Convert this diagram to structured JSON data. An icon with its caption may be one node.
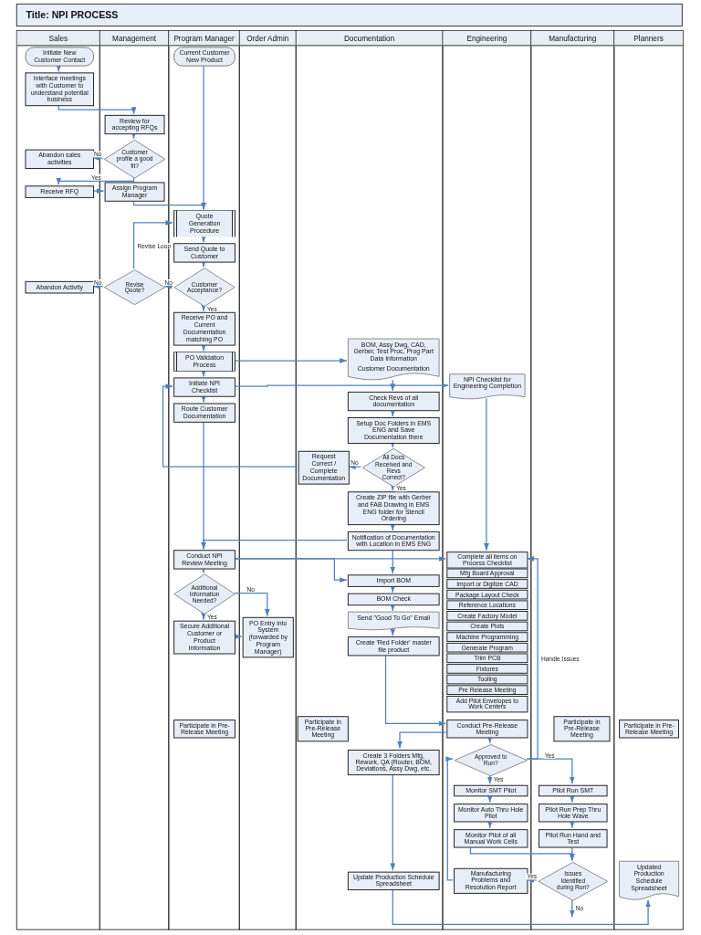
{
  "diagram": {
    "title": "Title: NPI PROCESS",
    "nodes": [
      {
        "text": [
          "Sales"
        ]
      },
      {
        "text": [
          "Management"
        ]
      },
      {
        "text": [
          "Program Manager"
        ]
      },
      {
        "text": [
          "Order Admin"
        ]
      },
      {
        "text": [
          "Documentation"
        ]
      },
      {
        "text": [
          "Engineering"
        ]
      },
      {
        "text": [
          "Manufacturing"
        ]
      },
      {
        "text": [
          "Planners"
        ]
      },
      {
        "text": [
          "Initiate New Customer Contact"
        ],
        "in": 0
      },
      {
        "text": [
          "Interface meetings with Customer to understand potential business"
        ],
        "in": 0
      },
      {
        "text": [
          "Abandon sales activities"
        ],
        "in": 0
      },
      {
        "text": [
          "Receive RFQ"
        ],
        "in": 0
      },
      {
        "text": [
          "Abandon Activity"
        ],
        "in": 0
      },
      {
        "text": [
          "Review for accepting RFQs"
        ],
        "in": 1
      },
      {
        "text": [
          "Customer profile a good fit?"
        ],
        "in": 1
      },
      {
        "text": [
          "Assign Program Manager"
        ],
        "in": 1
      },
      {
        "text": [
          "Revise Quote?"
        ],
        "in": 1
      },
      {
        "text": [
          "Current Customer New Product"
        ],
        "in": 2
      },
      {
        "text": [
          "Quote Generation Procedure"
        ],
        "in": 2
      },
      {
        "text": [
          "Send Quote to Customer"
        ],
        "in": 2
      },
      {
        "text": [
          "Customer Acceptance?"
        ],
        "in": 2
      },
      {
        "text": [
          "Receive PO and Current Documentation matching PO"
        ],
        "in": 2
      },
      {
        "text": [
          "PO Validation Process"
        ],
        "in": 2
      },
      {
        "text": [
          "Initiate NPI Checklist"
        ],
        "in": 2
      },
      {
        "text": [
          "Route Customer Documentation"
        ],
        "in": 2
      },
      {
        "text": [
          "Conduct NPI Review Meeting"
        ],
        "in": 2
      },
      {
        "text": [
          "Additional Information Needed?"
        ],
        "in": 2
      },
      {
        "text": [
          "Secure Additional Customer or Product Information"
        ],
        "in": 2
      },
      {
        "text": [
          "Participate in Pre-Release Meeting"
        ],
        "in": 2
      },
      {
        "text": [
          "PO Entry into System (forwarded by Program Manager)"
        ],
        "in": 3
      },
      {
        "text": [
          "BOM, Assy Dwg, CAD, Gerber, Test Proc, Prog Part Data Information",
          "Customer Documentation"
        ],
        "in": 4
      },
      {
        "text": [
          "Check Revs of all documentation"
        ],
        "in": 4
      },
      {
        "text": [
          "Setup Doc Folders in EMS ENG and Save Documentation there"
        ],
        "in": 4
      },
      {
        "text": [
          "All Docs Received and Revs Correct?"
        ],
        "in": 4
      },
      {
        "text": [
          "Request Correct / Complete Documentation"
        ],
        "in": 4
      },
      {
        "text": [
          "Create ZIP file with Gerber and FAB Drawing in EMS ENG folder for Stencil Ordering"
        ],
        "in": 4
      },
      {
        "text": [
          "Notification of Documentation with Location in EMS ENG"
        ],
        "in": 4
      },
      {
        "text": [
          "Import BOM"
        ],
        "in": 4
      },
      {
        "text": [
          "BOM Check"
        ],
        "in": 4
      },
      {
        "text": [
          "Send \"Good To Go\" Email"
        ],
        "in": 4
      },
      {
        "text": [
          "Create 'Red Folder' master file product"
        ],
        "in": 4
      },
      {
        "text": [
          "Participate in Pre-Release Meeting"
        ],
        "in": 4
      },
      {
        "text": [
          "Create 3 Folders Mfg, Rework, QA (Router, BOM, Deviations, Assy Dwg, etc."
        ],
        "in": 4
      },
      {
        "text": [
          "Update Production Schedule Spreadsheet"
        ],
        "in": 4
      },
      {
        "text": [
          "NPI Checklist for Engineering Completion"
        ],
        "in": 5
      },
      {
        "text": [
          "Complete all items on Process Checklist"
        ],
        "in": 5
      },
      {
        "text": [
          "Mfg Board Approval"
        ],
        "in": 5
      },
      {
        "text": [
          "Import or Digitize CAD"
        ],
        "in": 5
      },
      {
        "text": [
          "Package Layout Check"
        ],
        "in": 5
      },
      {
        "text": [
          "Reference Locations"
        ],
        "in": 5
      },
      {
        "text": [
          "Create Factory Model"
        ],
        "in": 5
      },
      {
        "text": [
          "Create Plots"
        ],
        "in": 5
      },
      {
        "text": [
          "Machine Programming"
        ],
        "in": 5
      },
      {
        "text": [
          "Generate Program"
        ],
        "in": 5
      },
      {
        "text": [
          "Trim PCB"
        ],
        "in": 5
      },
      {
        "text": [
          "Fixtures"
        ],
        "in": 5
      },
      {
        "text": [
          "Tooling"
        ],
        "in": 5
      },
      {
        "text": [
          "Pre Release Meeting"
        ],
        "in": 5
      },
      {
        "text": [
          "Add Pilot Envelopes to Work Centers"
        ],
        "in": 5
      },
      {
        "text": [
          "Conduct Pre-Release Meeting"
        ],
        "in": 5
      },
      {
        "text": [
          "Approved to Run?"
        ],
        "in": 5
      },
      {
        "text": [
          "Monitor SMT Pilot"
        ],
        "in": 5
      },
      {
        "text": [
          "Monitor Auto Thru Hole Pilot"
        ],
        "in": 5
      },
      {
        "text": [
          "Monitor Pilot of all Manual Work Cells"
        ],
        "in": 5
      },
      {
        "text": [
          "Manufacturing Problems and Resolution Report"
        ],
        "in": 5
      },
      {
        "text": [
          "Participate in Pre-Release Meeting"
        ],
        "in": 6
      },
      {
        "text": [
          "Pilot Run SMT"
        ],
        "in": 6
      },
      {
        "text": [
          "Pilot Run Prep Thru Hole Wave"
        ],
        "in": 6
      },
      {
        "text": [
          "Pilot Run Hand and Test"
        ],
        "in": 6
      },
      {
        "text": [
          "Issues Identified during Run?"
        ],
        "in": 6
      },
      {
        "text": [
          "Participate in Pre-Release Meeting"
        ],
        "in": 7
      },
      {
        "text": [
          "Updated Production Schedule Spreadsheet"
        ],
        "in": 7
      }
    ],
    "edges": [
      {
        "from": 8,
        "to": 9,
        "arrow": "to"
      },
      {
        "from": 9,
        "to": 13,
        "arrow": "to"
      },
      {
        "from": 13,
        "to": 14,
        "arrow": "to"
      },
      {
        "from": 14,
        "to": 10,
        "arrow": "to",
        "label": "No"
      },
      {
        "from": 14,
        "to": 11,
        "arrow": "to",
        "label": "Yes"
      },
      {
        "from": 11,
        "to": 15,
        "arrow": "to"
      },
      {
        "from": 15,
        "to": 18,
        "arrow": "to"
      },
      {
        "from": 17,
        "to": 18,
        "arrow": "to"
      },
      {
        "from": 18,
        "to": 19,
        "arrow": "to"
      },
      {
        "from": 19,
        "to": 20,
        "arrow": "to"
      },
      {
        "from": 20,
        "to": 16,
        "arrow": "to",
        "label": "No"
      },
      {
        "from": 16,
        "to": 12,
        "arrow": "to",
        "label": "No"
      },
      {
        "from": 16,
        "to": 18,
        "arrow": "to",
        "label": "Revise Loop"
      },
      {
        "from": 20,
        "to": 21,
        "arrow": "to",
        "label": "Yes"
      },
      {
        "from": 21,
        "to": 22,
        "arrow": "to"
      },
      {
        "from": 22,
        "to": 30,
        "arrow": "to"
      },
      {
        "from": 22,
        "to": 23,
        "arrow": "to"
      },
      {
        "from": 23,
        "to": 44,
        "arrow": "to"
      },
      {
        "from": 23,
        "to": 24,
        "arrow": "to"
      },
      {
        "from": 24,
        "to": 25,
        "arrow": "to"
      },
      {
        "from": 30,
        "to": 31,
        "arrow": "to"
      },
      {
        "from": 31,
        "to": 32,
        "arrow": "to"
      },
      {
        "from": 32,
        "to": 33,
        "arrow": "to"
      },
      {
        "from": 33,
        "to": 34,
        "arrow": "to",
        "label": "No"
      },
      {
        "from": 34,
        "to": 23,
        "arrow": "to"
      },
      {
        "from": 33,
        "to": 35,
        "arrow": "to",
        "label": "Yes"
      },
      {
        "from": 35,
        "to": 36,
        "arrow": "to"
      },
      {
        "from": 36,
        "to": 25,
        "arrow": "to"
      },
      {
        "from": 44,
        "to": 45,
        "arrow": "to"
      },
      {
        "from": 36,
        "to": 37,
        "arrow": "to"
      },
      {
        "from": 25,
        "to": 37,
        "arrow": "to"
      },
      {
        "from": 25,
        "to": 45,
        "arrow": "to"
      },
      {
        "from": 25,
        "to": 26,
        "arrow": "to"
      },
      {
        "from": 26,
        "to": 27,
        "arrow": "to",
        "label": "Yes"
      },
      {
        "from": 26,
        "to": 29,
        "arrow": "to",
        "label": "No"
      },
      {
        "from": 27,
        "to": 29,
        "arrow": "to"
      },
      {
        "from": 37,
        "to": 38,
        "arrow": "to"
      },
      {
        "from": 38,
        "to": 39,
        "arrow": "to"
      },
      {
        "from": 39,
        "to": 40,
        "arrow": "to"
      },
      {
        "from": 40,
        "to": 59,
        "arrow": "to"
      },
      {
        "from": 60,
        "to": 45,
        "arrow": "to",
        "label": "Handle Issues"
      },
      {
        "from": 59,
        "to": 42,
        "arrow": "to"
      },
      {
        "from": 59,
        "to": 60,
        "arrow": "to"
      },
      {
        "from": 60,
        "to": 61,
        "arrow": "to",
        "label": "Yes"
      },
      {
        "from": 60,
        "to": 66,
        "arrow": "to",
        "label": "Yes"
      },
      {
        "from": 61,
        "to": 62,
        "arrow": "to"
      },
      {
        "from": 62,
        "to": 63,
        "arrow": "to"
      },
      {
        "from": 66,
        "to": 67,
        "arrow": "to"
      },
      {
        "from": 67,
        "to": 68,
        "arrow": "to"
      },
      {
        "from": 63,
        "to": 69,
        "arrow": "to"
      },
      {
        "from": 68,
        "to": 69,
        "arrow": "to"
      },
      {
        "from": 69,
        "to": 64,
        "arrow": "to",
        "label": "Yes"
      },
      {
        "from": 64,
        "to": 60,
        "arrow": "to"
      },
      {
        "from": 69,
        "to": null,
        "arrow": "to",
        "label": "No"
      },
      {
        "from": 42,
        "to": 43,
        "arrow": "to"
      },
      {
        "from": 43,
        "to": 71,
        "arrow": "to"
      }
    ]
  }
}
